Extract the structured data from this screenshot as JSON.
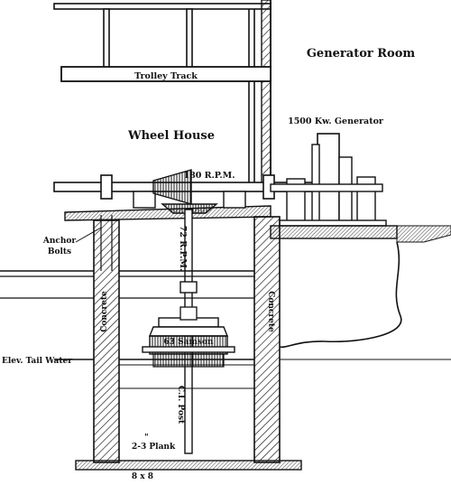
{
  "labels": {
    "trolley_track": "Trolley Track",
    "generator_room": "Generator Room",
    "wheel_house": "Wheel House",
    "generator": "1500 Kw. Generator",
    "rpm_180": "180 R.P.M.",
    "rpm_72": "72 R.P.M.",
    "anchor": "Anchor",
    "bolts": "Bolts",
    "concrete_left": "Concrete",
    "concrete_right": "Concrete",
    "turbine": "63 Samson",
    "tail_water": "Elev. Tail Water",
    "post": "C.I. Post",
    "plank": "2-3 Plank",
    "plank_mark": "\"",
    "timber": "8 x 8"
  },
  "colors": {
    "ink": "#111111",
    "paper": "#ffffff"
  }
}
